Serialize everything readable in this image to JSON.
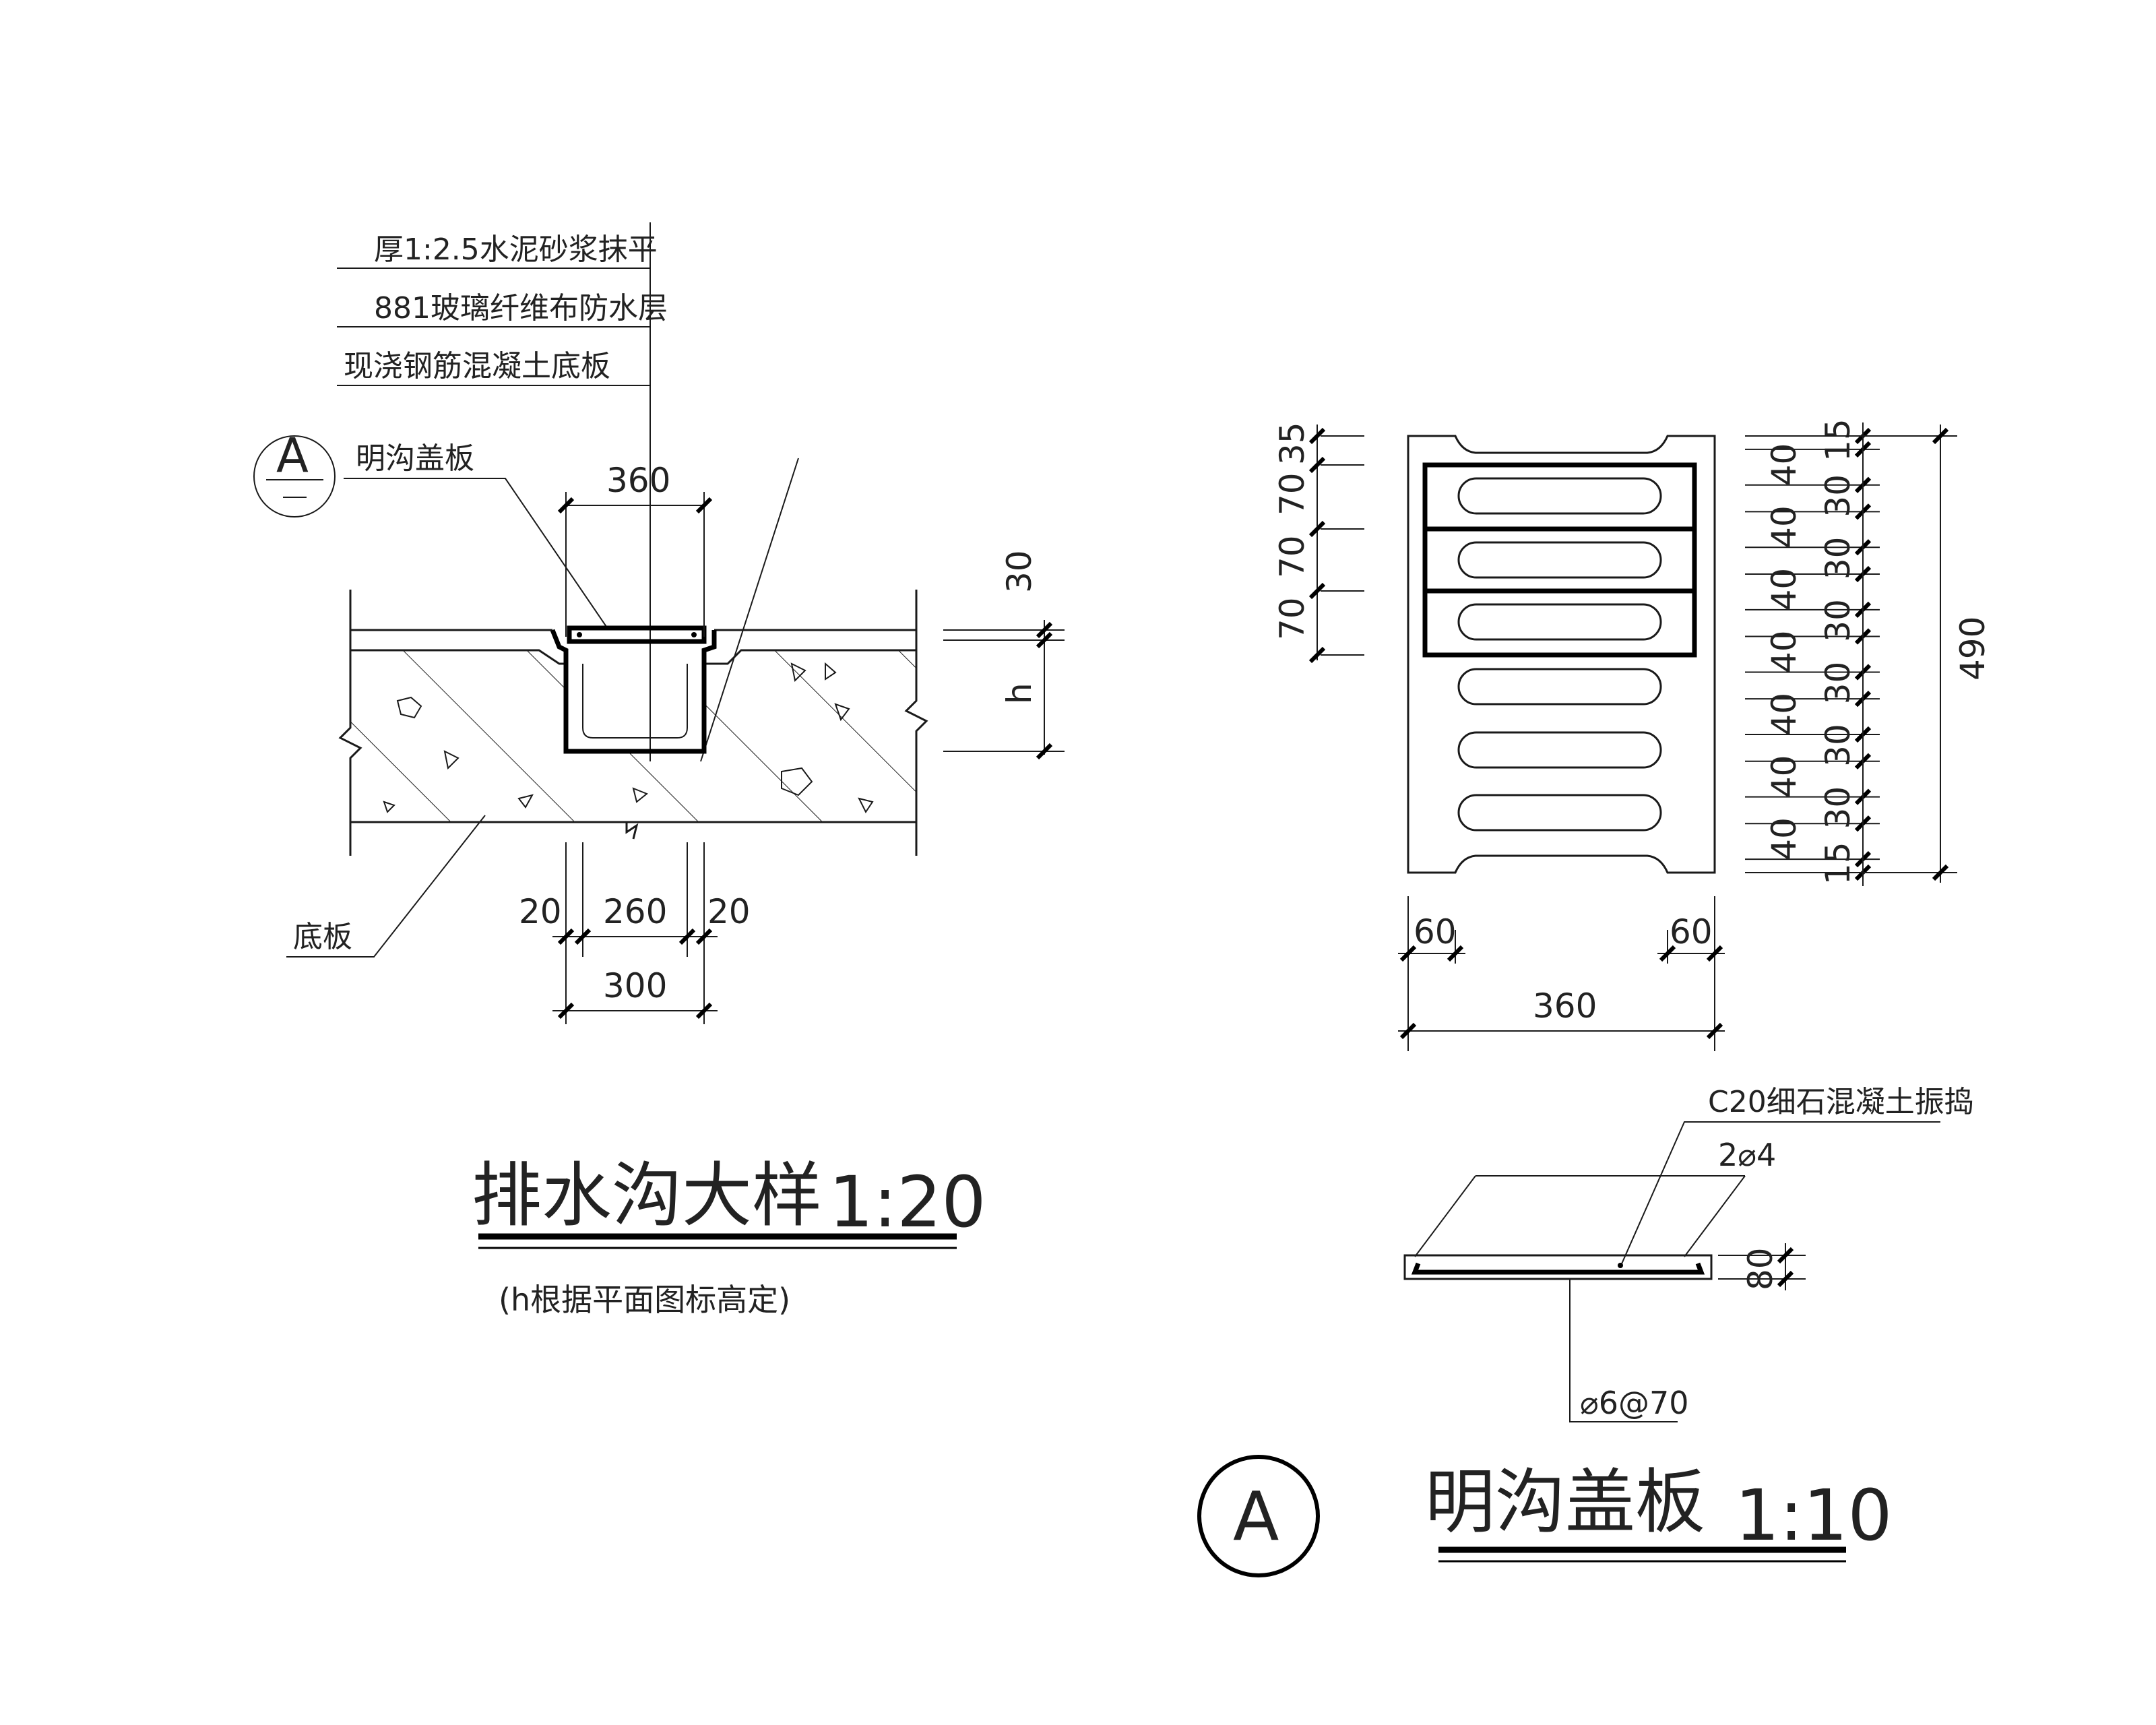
{
  "left_detail": {
    "layer_notes": [
      "厚1:2.5水泥砂浆抹平",
      "881玻璃纤维布防水层",
      "现浇钢筋混凝土底板"
    ],
    "cover_label": "明沟盖板",
    "section_tag": "A",
    "base_label": "底板",
    "dims": {
      "top_width": "360",
      "thickness": "30",
      "depth": "h",
      "wall_left": "20",
      "inner_width": "260",
      "wall_right": "20",
      "outer_width": "300"
    },
    "title": "排水沟大样",
    "scale": "1:20",
    "note": "(h根据平面图标高定)"
  },
  "cover_plan": {
    "left_dims": [
      "35",
      "70",
      "70",
      "70"
    ],
    "right_dims": [
      "15",
      "40",
      "30",
      "40",
      "30",
      "40",
      "30",
      "40",
      "30",
      "40",
      "30",
      "40",
      "30",
      "40",
      "15"
    ],
    "total_height": "490",
    "edge_left": "60",
    "edge_right": "60",
    "total_width": "360",
    "slot_count": 6
  },
  "cover_section": {
    "concrete_note": "C20细石混凝土振捣",
    "top_bar": "2⌀4",
    "bottom_bar": "⌀6@70",
    "thickness": "80"
  },
  "cover_title": {
    "tag": "A",
    "title": "明沟盖板",
    "scale": "1:10"
  }
}
